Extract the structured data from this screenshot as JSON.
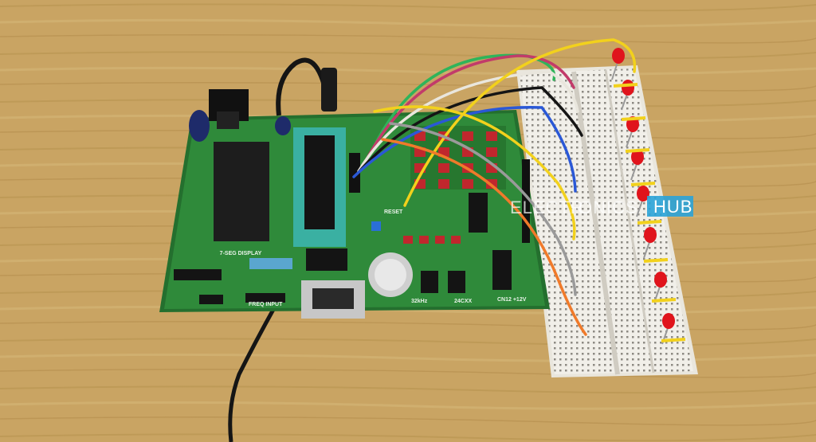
{
  "silkscreen": {
    "seg_label": "7-SEG DISPLAY",
    "reset_label": "RESET",
    "freq_label": "FREQ INPUT",
    "rtc_label": "24CXX",
    "crystal_label": "32kHz",
    "cn_label": "CN12 +12V"
  },
  "watermark": {
    "part1": "ELECTR",
    "part2": "ONICS",
    "badge": "HUB"
  },
  "palette": {
    "table": "#c9a463",
    "pcb": "#2f8a3a",
    "breadboard": "#f1efe9",
    "led": "#e0141c"
  }
}
